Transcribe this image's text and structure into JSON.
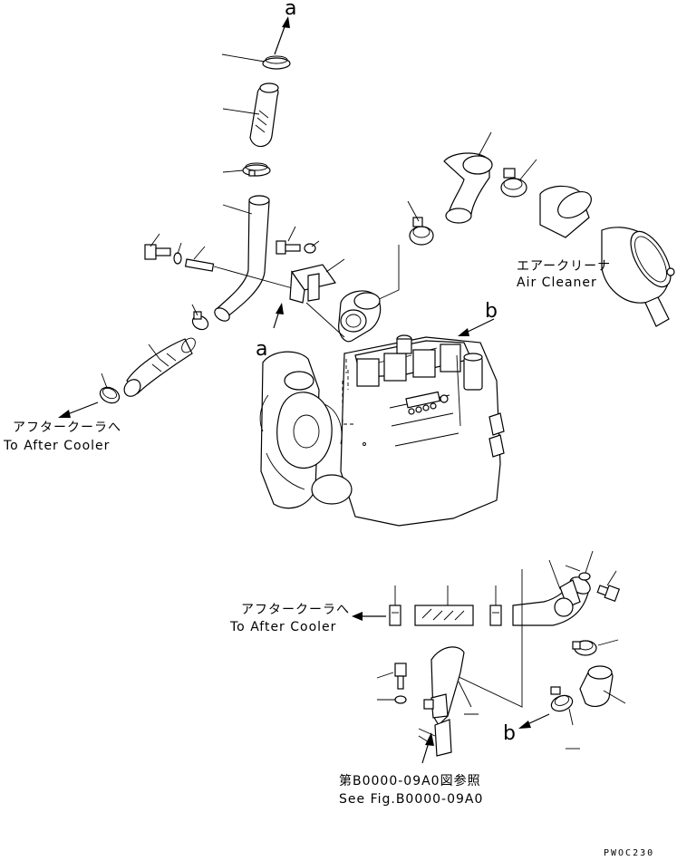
{
  "labels": {
    "a_top": "a",
    "a_left": "a",
    "b_right": "b",
    "b_bottom": "b",
    "air_cleaner_jp": "エアークリーナ",
    "air_cleaner_en": "Air Cleaner",
    "after_cooler_top_jp": "アフタークーラへ",
    "after_cooler_top_en": "To After Cooler",
    "after_cooler_bottom_jp": "アフタークーラへ",
    "after_cooler_bottom_en": "To After Cooler",
    "see_fig_jp": "第B0000-09A0図参照",
    "see_fig_en": "See Fig.B0000-09A0",
    "drawing_code": "PWOC230"
  }
}
